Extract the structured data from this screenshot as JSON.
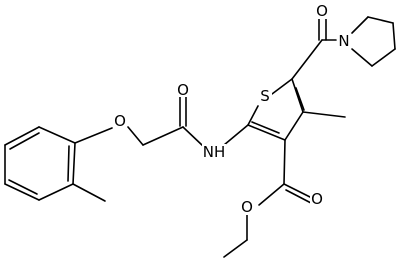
{
  "molecule": {
    "atoms": {
      "o_ketone": "O",
      "n_pyrrolidine": "N",
      "s_ring": "S",
      "o_amide": "O",
      "o_ether": "O",
      "nh_amide": "NH",
      "o_ester_carbonyl": "O",
      "o_ester": "O"
    },
    "colors": {
      "bond": "#000000",
      "label": "#000000",
      "background": "#ffffff"
    }
  }
}
